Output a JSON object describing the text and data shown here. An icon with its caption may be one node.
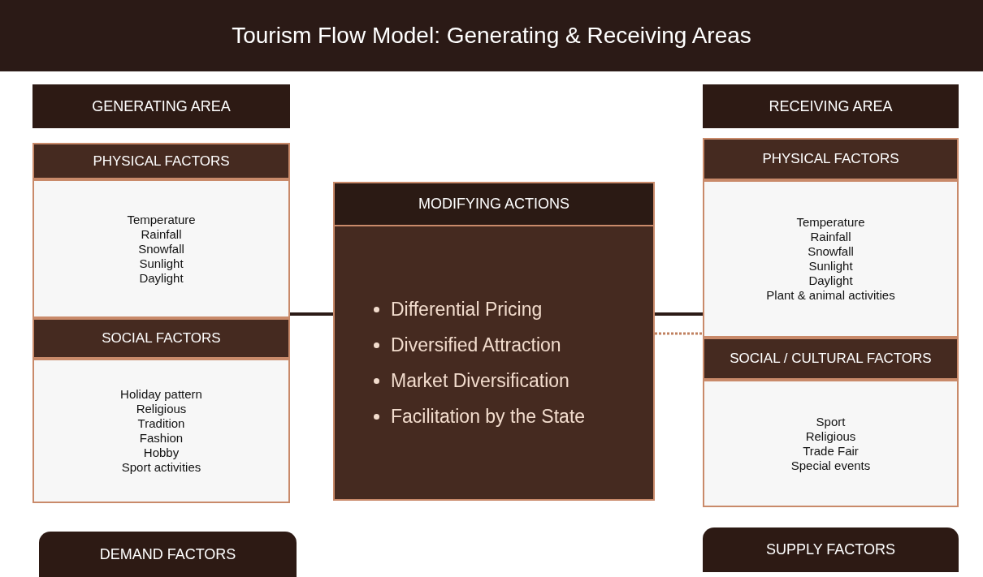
{
  "diagram": {
    "title": "Tourism Flow Model: Generating & Receiving Areas",
    "nodes": [
      {
        "text": [
          "GENERATING AREA"
        ]
      },
      {
        "text": [
          "PHYSICAL FACTORS"
        ]
      },
      {
        "text": [
          "Temperature",
          "Rainfall",
          "Snowfall",
          "Sunlight",
          "Daylight"
        ]
      },
      {
        "text": [
          "SOCIAL FACTORS"
        ]
      },
      {
        "text": [
          "Holiday pattern",
          "Religious",
          "Tradition",
          "Fashion",
          "Hobby",
          "Sport activities"
        ]
      },
      {
        "text": [
          "DEMAND FACTORS"
        ]
      },
      {
        "text": [
          "MODIFYING ACTIONS"
        ]
      },
      {
        "text": [
          "Differential Pricing",
          "Diversified Attraction",
          "Market Diversification",
          "Facilitation by the State"
        ]
      },
      {
        "text": [
          "RECEIVING AREA"
        ]
      },
      {
        "text": [
          "PHYSICAL FACTORS"
        ]
      },
      {
        "text": [
          "Temperature",
          "Rainfall",
          "Snowfall",
          "Sunlight",
          "Daylight",
          "Plant & animal activities"
        ]
      },
      {
        "text": [
          "SOCIAL / CULTURAL FACTORS"
        ]
      },
      {
        "text": [
          "Sport",
          "Religious",
          "Trade Fair",
          "Special events"
        ]
      },
      {
        "text": [
          "SUPPLY FACTORS"
        ]
      }
    ],
    "edges": [
      {
        "from": 2,
        "to": 7,
        "arrow": "none"
      },
      {
        "from": 7,
        "to": 10,
        "arrow": "none"
      },
      {
        "from": 7,
        "to": 10,
        "arrow": "none",
        "style": "dashed",
        "color": "#c0805f"
      }
    ]
  }
}
